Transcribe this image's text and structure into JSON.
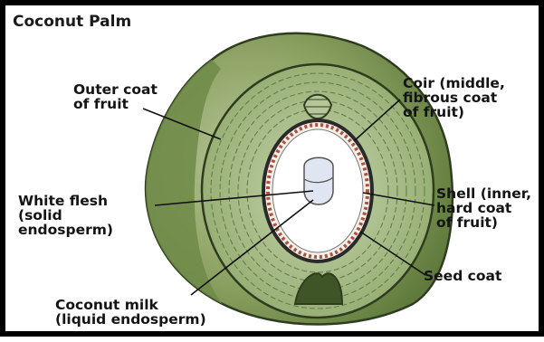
{
  "title": "Coconut Palm",
  "labels": {
    "outer_coat": [
      "Outer coat",
      "of fruit"
    ],
    "coir": [
      "Coir (middle,",
      "fibrous coat",
      "of fruit)"
    ],
    "white_flesh": [
      "White flesh",
      "(solid",
      "endosperm)"
    ],
    "shell": [
      "Shell (inner,",
      "hard coat",
      "of fruit)"
    ],
    "seed_coat": [
      "Seed coat"
    ],
    "coconut_milk": [
      "Coconut milk",
      "(liquid endosperm)"
    ]
  },
  "colors": {
    "outer_coat": "#8aa060",
    "coir": "#a3b985",
    "coir_fibers": "#5d7a44",
    "shell_dots": "#b05040",
    "flesh": "#ffffff",
    "milk": "#c9d4e6",
    "frame": "#000000"
  }
}
